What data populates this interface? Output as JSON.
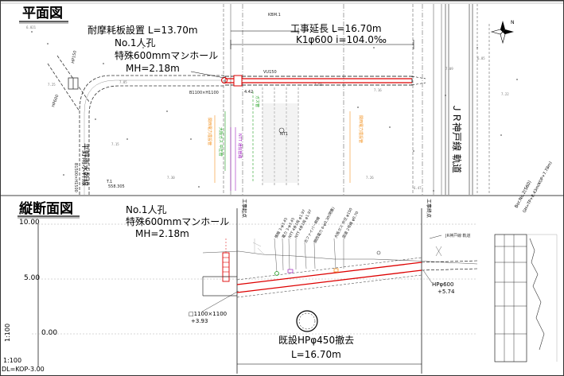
{
  "plan": {
    "title": "平面図",
    "wear_plate": "耐摩耗板設置 L=13.70m",
    "manhole_no": "No.1人孔",
    "manhole_type": "特殊600mmマンホール",
    "manhole_mh": "MH=2.18m",
    "work_length": "工事延長 L=16.70m",
    "pipe_spec": "K1φ600 i=104.0‰",
    "railway": "ＪＲ神戸線 軌道",
    "water_line": "平野雨水幹線",
    "box_size": "B1100×H1100",
    "box_size2": "B1500×H1500",
    "hp150": "HP150",
    "hp600": "HP600",
    "kbm": "KBM.1",
    "vu150": "VU150",
    "val_442": "4.42",
    "nt": "NT1",
    "t1": "T.1",
    "t1_value": "558.305",
    "utility_orange": "関西電力埋設管",
    "utility_purple": "NTT 通信管路",
    "utility_green": "大阪ガス 中圧管",
    "utility_green2": "ガス管",
    "north_label": "N"
  },
  "profile": {
    "title": "縦断面図",
    "manhole_no": "No.1人孔",
    "manhole_type": "特殊600mmマンホール",
    "manhole_mh": "MH=2.18m",
    "existing_pipe": "既設HPφ450撤去",
    "length": "L=16.70m",
    "box_note": "□1100×1100",
    "box_elev": "+3.93",
    "hp_note": "HPφ600",
    "hp_elev": "+5.74",
    "start_label": "工事起点",
    "end_label": "工事終点",
    "start_label2": "工事起点",
    "end_label2": "工事終点",
    "jr_track": "JR神戸線 軌道",
    "scale_h": "1:100",
    "scale_v": "1:100",
    "datum": "DL=KOP-3.00",
    "borehole": "Bor.No.2(S60)",
    "borehole_gh": "GH=TP+8.43m(KOP+7.78m)",
    "ticks": [
      "10.00",
      "5.00",
      "0.00"
    ],
    "leader_labels": [
      "情報 3-φ3.45",
      "電力 3-φ3.45",
      "NTT 4条1段 φ1.97",
      "NTT 4条1段 φ1.97",
      "光ファイバー幹線",
      "関西電力 6-φ0.30(閉塞)",
      "大阪ガス 中圧 φ150",
      "国道 2号線 φ0.70"
    ]
  }
}
